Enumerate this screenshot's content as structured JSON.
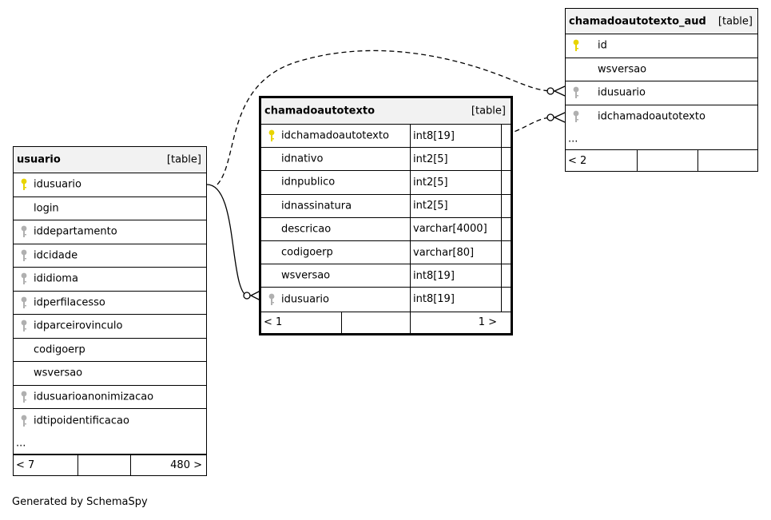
{
  "tables": {
    "usuario": {
      "name": "usuario",
      "kind": "[table]",
      "columns": [
        {
          "name": "idusuario",
          "key": "primary"
        },
        {
          "name": "login",
          "key": "none"
        },
        {
          "name": "iddepartamento",
          "key": "foreign"
        },
        {
          "name": "idcidade",
          "key": "foreign"
        },
        {
          "name": "ididioma",
          "key": "foreign"
        },
        {
          "name": "idperfilacesso",
          "key": "foreign"
        },
        {
          "name": "idparceirovinculo",
          "key": "foreign"
        },
        {
          "name": "codigoerp",
          "key": "none"
        },
        {
          "name": "wsversao",
          "key": "none"
        },
        {
          "name": "idusuarioanonimizacao",
          "key": "foreign"
        },
        {
          "name": "idtipoidentificacao",
          "key": "foreign"
        }
      ],
      "more": "...",
      "footer": {
        "left": "< 7",
        "middle": "",
        "right": "480 >"
      }
    },
    "chamadoautotexto": {
      "name": "chamadoautotexto",
      "kind": "[table]",
      "columns": [
        {
          "name": "idchamadoautotexto",
          "type": "int8[19]",
          "key": "primary"
        },
        {
          "name": "idnativo",
          "type": "int2[5]",
          "key": "none"
        },
        {
          "name": "idnpublico",
          "type": "int2[5]",
          "key": "none"
        },
        {
          "name": "idnassinatura",
          "type": "int2[5]",
          "key": "none"
        },
        {
          "name": "descricao",
          "type": "varchar[4000]",
          "key": "none"
        },
        {
          "name": "codigoerp",
          "type": "varchar[80]",
          "key": "none"
        },
        {
          "name": "wsversao",
          "type": "int8[19]",
          "key": "none"
        },
        {
          "name": "idusuario",
          "type": "int8[19]",
          "key": "foreign"
        }
      ],
      "footer": {
        "left": "< 1",
        "middle": "",
        "right": "1 >"
      }
    },
    "chamadoautotexto_aud": {
      "name": "chamadoautotexto_aud",
      "kind": "[table]",
      "columns": [
        {
          "name": "id",
          "key": "primary"
        },
        {
          "name": "wsversao",
          "key": "none"
        },
        {
          "name": "idusuario",
          "key": "foreign"
        },
        {
          "name": "idchamadoautotexto",
          "key": "foreign"
        }
      ],
      "more": "...",
      "footer": {
        "left": "< 2",
        "middle": "",
        "right": ""
      }
    }
  },
  "footer_text": "Generated by SchemaSpy",
  "colors": {
    "primary_key": "#e8d400",
    "foreign_key": "#b0b0b0",
    "header_bg": "#f2f2f2"
  }
}
